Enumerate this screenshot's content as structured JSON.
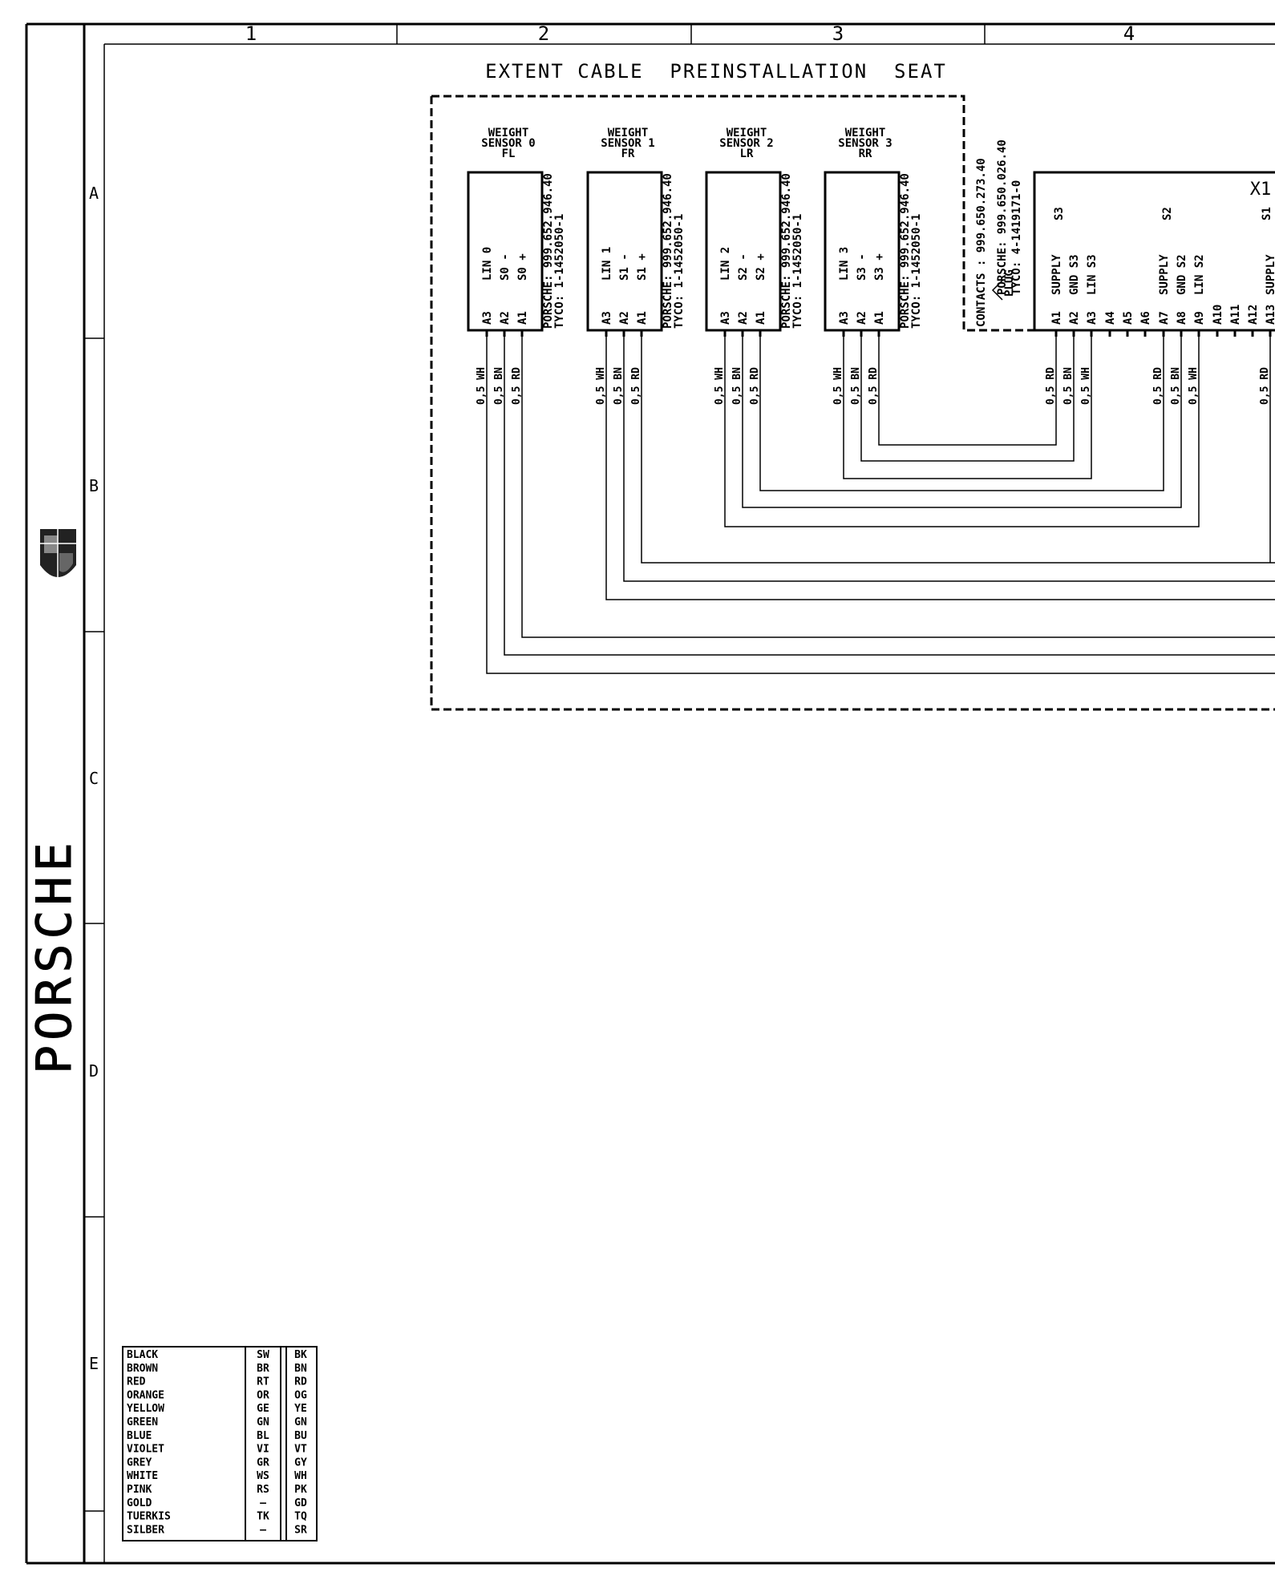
{
  "title": "EXTENT CABLE  PREINSTALLATION  SEAT",
  "columns": [
    "1",
    "2",
    "3",
    "4"
  ],
  "rows": [
    "A",
    "B",
    "C",
    "D",
    "E"
  ],
  "brand": "PORSCHE",
  "sensors": [
    {
      "name": [
        "WEIGHT",
        "SENSOR 0",
        "FL"
      ],
      "pins": [
        {
          "id": "A3",
          "label": "LIN 0"
        },
        {
          "id": "A2",
          "label": "S0 -"
        },
        {
          "id": "A1",
          "label": "S0 +"
        }
      ],
      "part": [
        "PORSCHE: 999.652.946.40",
        "TYCO: 1-1452050-1"
      ]
    },
    {
      "name": [
        "WEIGHT",
        "SENSOR 1",
        "FR"
      ],
      "pins": [
        {
          "id": "A3",
          "label": "LIN 1"
        },
        {
          "id": "A2",
          "label": "S1 -"
        },
        {
          "id": "A1",
          "label": "S1 +"
        }
      ],
      "part": [
        "PORSCHE: 999.652.946.40",
        "TYCO: 1-1452050-1"
      ]
    },
    {
      "name": [
        "WEIGHT",
        "SENSOR 2",
        "LR"
      ],
      "pins": [
        {
          "id": "A3",
          "label": "LIN 2"
        },
        {
          "id": "A2",
          "label": "S2 -"
        },
        {
          "id": "A1",
          "label": "S2 +"
        }
      ],
      "part": [
        "PORSCHE: 999.652.946.40",
        "TYCO: 1-1452050-1"
      ]
    },
    {
      "name": [
        "WEIGHT",
        "SENSOR 3",
        "RR"
      ],
      "pins": [
        {
          "id": "A3",
          "label": "LIN 3"
        },
        {
          "id": "A2",
          "label": "S3 -"
        },
        {
          "id": "A1",
          "label": "S3 +"
        }
      ],
      "part": [
        "PORSCHE: 999.652.946.40",
        "TYCO: 1-1452050-1"
      ]
    }
  ],
  "wire_labels": [
    "0,5 WH",
    "0,5 BN",
    "0,5 RD"
  ],
  "plug": {
    "contacts": "CONTACTS : 999.650.273.40",
    "porsche": "PORSCHE: 999.650.026.40",
    "tyco": "TYCO: 4-1419171-0",
    "plug_label": "PLUG",
    "name": "X1",
    "group_s3": "S3",
    "group_s2": "S2",
    "group_s1": "S1",
    "pins": [
      "A1",
      "A2",
      "A3",
      "A4",
      "A5",
      "A6",
      "A7",
      "A8",
      "A9",
      "A10",
      "A11",
      "A12",
      "A13"
    ],
    "pin_labels": [
      "SUPPLY",
      "GND  S3",
      "LIN S3",
      "",
      "",
      "",
      "SUPPLY",
      "GND  S2",
      "LIN S2",
      "",
      "",
      "",
      "SUPPLY"
    ],
    "wires_s3": [
      "0,5 RD",
      "0,5 BN",
      "0,5 WH"
    ],
    "wires_s2": [
      "0,5 RD",
      "0,5 BN",
      "0,5 WH"
    ],
    "wires_s1": [
      "0,5 RD"
    ]
  },
  "legend": [
    {
      "name": "BLACK",
      "de": "SW",
      "en": "BK"
    },
    {
      "name": "BROWN",
      "de": "BR",
      "en": "BN"
    },
    {
      "name": "RED",
      "de": "RT",
      "en": "RD"
    },
    {
      "name": "ORANGE",
      "de": "OR",
      "en": "OG"
    },
    {
      "name": "YELLOW",
      "de": "GE",
      "en": "YE"
    },
    {
      "name": "GREEN",
      "de": "GN",
      "en": "GN"
    },
    {
      "name": "BLUE",
      "de": "BL",
      "en": "BU"
    },
    {
      "name": "VIOLET",
      "de": "VI",
      "en": "VT"
    },
    {
      "name": "GREY",
      "de": "GR",
      "en": "GY"
    },
    {
      "name": "WHITE",
      "de": "WS",
      "en": "WH"
    },
    {
      "name": "PINK",
      "de": "RS",
      "en": "PK"
    },
    {
      "name": "GOLD",
      "de": "—",
      "en": "GD"
    },
    {
      "name": "TUERKIS",
      "de": "TK",
      "en": "TQ"
    },
    {
      "name": "SILBER",
      "de": "—",
      "en": "SR"
    }
  ]
}
